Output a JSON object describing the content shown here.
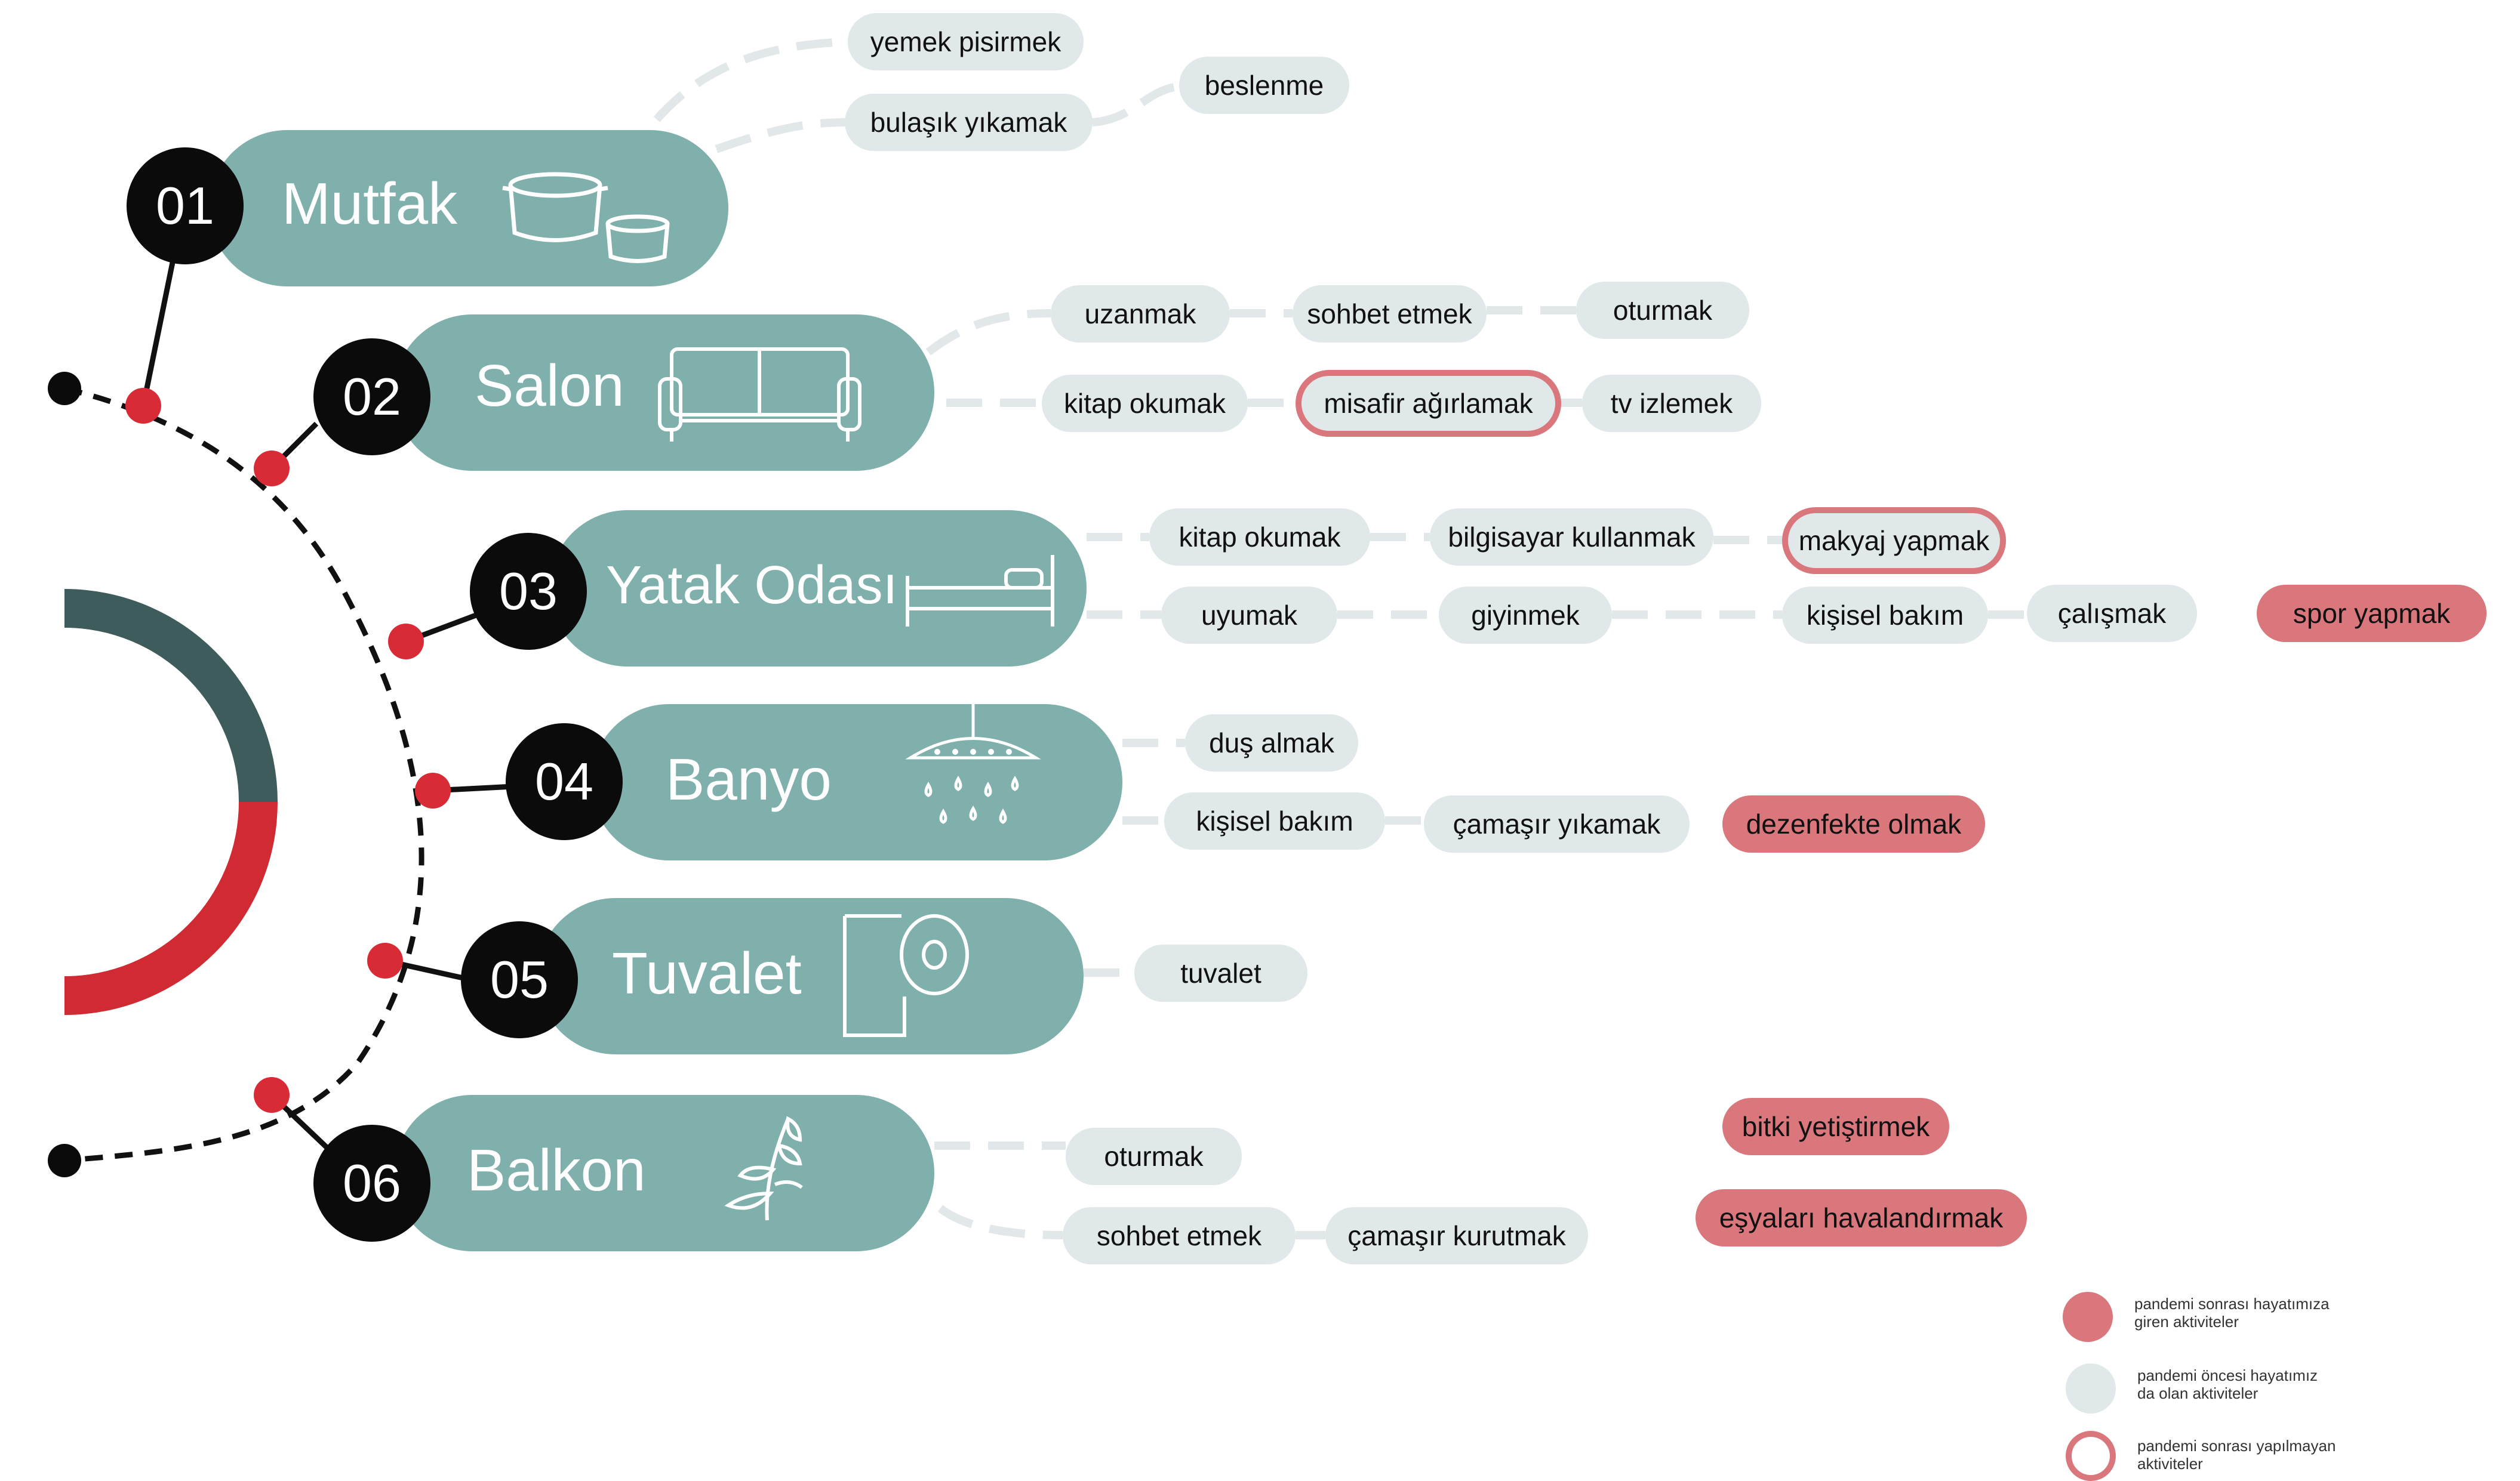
{
  "colors": {
    "room": "#7fb0ac",
    "number": "#0b0b0b",
    "pre_pill": "#e1e8e9",
    "new_pill": "#d9777c",
    "dot": "#d92b35",
    "arc_dark": "#3e5c5c",
    "arc_red": "#d02a33",
    "connector": "#e2e8ea"
  },
  "rooms": [
    {
      "number": "01",
      "name": "Mutfak",
      "icon": "pots-icon"
    },
    {
      "number": "02",
      "name": "Salon",
      "icon": "sofa-icon"
    },
    {
      "number": "03",
      "name": "Yatak Odası",
      "icon": "bed-icon"
    },
    {
      "number": "04",
      "name": "Banyo",
      "icon": "shower-icon"
    },
    {
      "number": "05",
      "name": "Tuvalet",
      "icon": "toilet-paper-icon"
    },
    {
      "number": "06",
      "name": "Balkon",
      "icon": "plant-icon"
    }
  ],
  "activities": {
    "mutfak": [
      "yemek pisirmek",
      "bulaşık yıkamak",
      "beslenme"
    ],
    "salon": [
      "uzanmak",
      "sohbet etmek",
      "oturmak",
      "kitap okumak",
      "misafir ağırlamak",
      "tv izlemek"
    ],
    "yatak": [
      "kitap okumak",
      "bilgisayar kullanmak",
      "makyaj yapmak",
      "uyumak",
      "giyinmek",
      "kişisel bakım",
      "çalışmak",
      "spor yapmak"
    ],
    "banyo": [
      "duş almak",
      "kişisel bakım",
      "çamaşır yıkamak",
      "dezenfekte olmak"
    ],
    "tuvalet": [
      "tuvalet"
    ],
    "balkon": [
      "oturmak",
      "sohbet etmek",
      "çamaşır kurutmak",
      "bitki yetiştirmek",
      "eşyaları havalandırmak"
    ]
  },
  "legend": [
    {
      "kind": "new",
      "line1": "pandemi sonrası hayatımıza",
      "line2": "giren aktiviteler"
    },
    {
      "kind": "pre",
      "line1": "pandemi öncesi hayatımız",
      "line2": "da olan aktiviteler"
    },
    {
      "kind": "lost",
      "line1": "pandemi sonrası yapılmayan",
      "line2": "aktiviteler"
    }
  ]
}
